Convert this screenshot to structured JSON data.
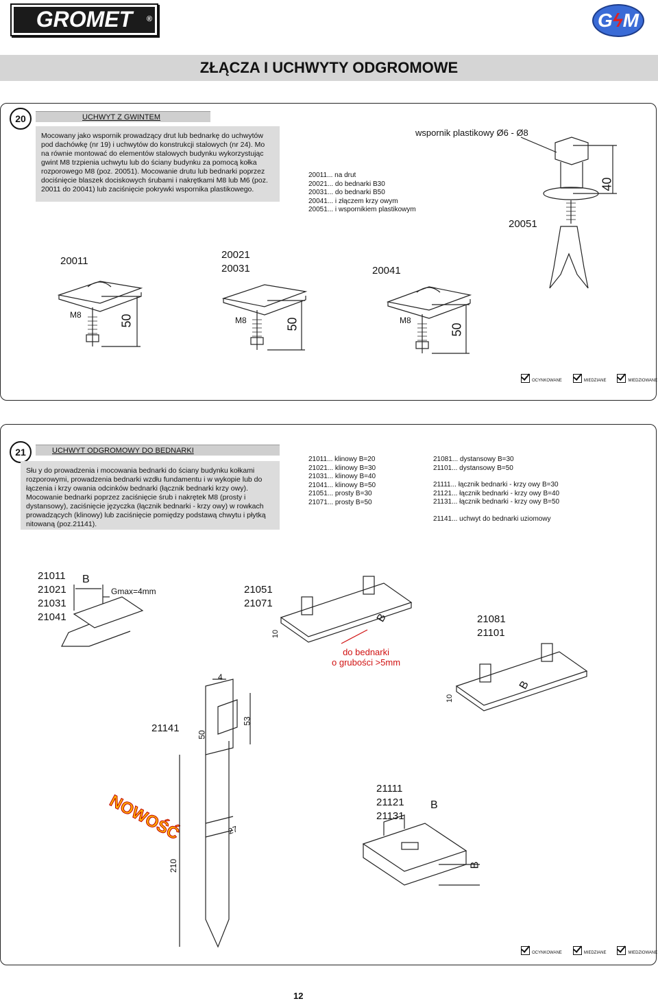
{
  "header": {
    "brand": "GROMET",
    "brand_mark": "®",
    "logo_left": "G",
    "logo_right": "M"
  },
  "page_title": "ZŁĄCZA I UCHWYTY ODGROMOWE",
  "s20": {
    "number": "20",
    "title": "UCHWYT Z GWINTEM",
    "desc": "Mocowany jako wspornik prowadzący drut lub bednarkę do uchwytów pod dachówkę (nr 19) i uchwytów do konstrukcji stalowych (nr 24). Mo na równie montować do elementów stalowych budynku wykorzystując gwint M8 trzpienia uchwytu lub do ściany budynku za pomocą kołka rozporowego M8 (poz. 20051). Mocowanie drutu lub bednarki poprzez dociśnięcie blaszek dociskowych śrubami i nakrętkami M8 lub M6 (poz. 20011 do 20041) lub zaciśnięcie pokrywki wspornika plastikowego.",
    "codes": [
      "20011... na drut",
      "20021... do bednarki B30",
      "20031... do bednarki B50",
      "20041... i złączem krzy owym",
      "20051... i wspornikiem plastikowym"
    ],
    "support_label": "wspornik plastikowy Ø6 - Ø8",
    "dim40": "40",
    "lbl_20051": "20051",
    "lbl_20011": "20011",
    "lbl_20021": "20021",
    "lbl_20031": "20031",
    "lbl_20041": "20041",
    "m8": "M8",
    "dim50": "50",
    "checks": [
      "OCYNKOWANE",
      "MIEDZIANE",
      "MIEDZIOWANE"
    ]
  },
  "s21": {
    "number": "21",
    "title": "UCHWYT ODGROMOWY DO BEDNARKI",
    "desc": "Słu y do prowadzenia i mocowania bednarki do ściany budynku kołkami rozporowymi, prowadzenia bednarki wzdłu fundamentu i w wykopie lub do łączenia i krzy owania odcinków bednarki (łącznik bednarki krzy owy). Mocowanie bednarki poprzez zaciśnięcie śrub i nakrętek M8 (prosty i dystansowy), zaciśnięcie języczka (łącznik bednarki - krzy owy) w rowkach prowadzących (klinowy) lub zaciśnięcie pomiędzy podstawą chwytu i płytką nitowaną (poz.21141).",
    "codes_a": [
      "21011... klinowy B=20",
      "21021... klinowy B=30",
      "21031... klinowy B=40",
      "21041... klinowy B=50",
      "21051... prosty B=30",
      "21071... prosty B=50"
    ],
    "codes_b1": [
      "21081... dystansowy B=30",
      "21101... dystansowy B=50"
    ],
    "codes_b2": [
      "21111... łącznik bednarki - krzy owy B=30",
      "21121... łącznik bednarki - krzy owy B=40",
      "21131... łącznik bednarki - krzy owy B=50"
    ],
    "codes_b3": [
      "21141... uchwyt do bednarki uziomowy"
    ],
    "grp1": [
      "21011",
      "21021",
      "21031",
      "21041"
    ],
    "b": "B",
    "gmax": "Gmax=4mm",
    "grp2": [
      "21051",
      "21071"
    ],
    "dim10": "10",
    "note1": "do bednarki",
    "note2": "o grubości >5mm",
    "grp3": [
      "21081",
      "21101"
    ],
    "dim4": "4",
    "dim53": "53",
    "lbl_21141": "21141",
    "dim50": "50",
    "nowosc": "NOWOŚĆ",
    "dim27": "27",
    "dim210": "210",
    "grp4": [
      "21111",
      "21121",
      "21131"
    ],
    "checks": [
      "OCYNKOWANE",
      "MIEDZIANE",
      "MIEDZIOWANE"
    ]
  },
  "footer": {
    "page": "12"
  }
}
